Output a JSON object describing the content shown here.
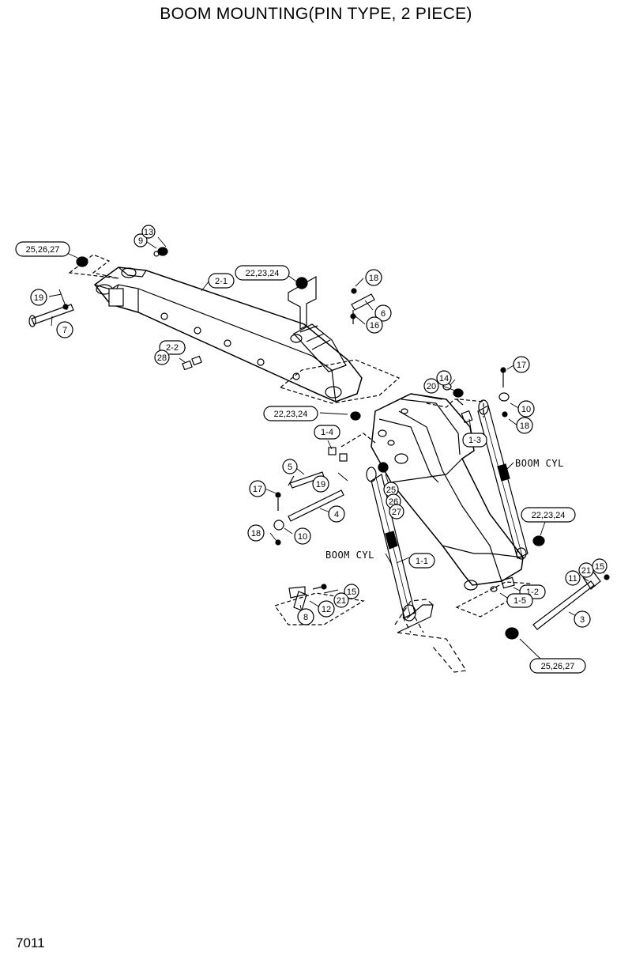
{
  "title": "BOOM MOUNTING(PIN TYPE, 2 PIECE)",
  "page_code": "7011",
  "labels": {
    "boom_cyl_right": "BOOM CYL",
    "boom_cyl_left": "BOOM CYL"
  },
  "callouts": {
    "c_25_26_27_top": "25,26,27",
    "c_9": "9",
    "c_13": "13",
    "c_19_left": "19",
    "c_7": "7",
    "c_2_1": "2-1",
    "c_22_23_24_top": "22,23,24",
    "c_18_top": "18",
    "c_6": "6",
    "c_16": "16",
    "c_2_2": "2-2",
    "c_28": "28",
    "c_22_23_24_mid": "22,23,24",
    "c_14": "14",
    "c_20": "20",
    "c_17_right": "17",
    "c_10_right": "10",
    "c_18_right": "18",
    "c_1_3": "1-3",
    "c_1_4": "1-4",
    "c_5": "5",
    "c_19_mid": "19",
    "c_25": "25",
    "c_26": "26",
    "c_27": "27",
    "c_17_left": "17",
    "c_4": "4",
    "c_18_left": "18",
    "c_10_left": "10",
    "c_22_23_24_right": "22,23,24",
    "c_1_1": "1-1",
    "c_15_left": "15",
    "c_21_left": "21",
    "c_12": "12",
    "c_8": "8",
    "c_11": "11",
    "c_21_right": "21",
    "c_15_right": "15",
    "c_1_2": "1-2",
    "c_1_5": "1-5",
    "c_3": "3",
    "c_25_26_27_bottom": "25,26,27"
  }
}
